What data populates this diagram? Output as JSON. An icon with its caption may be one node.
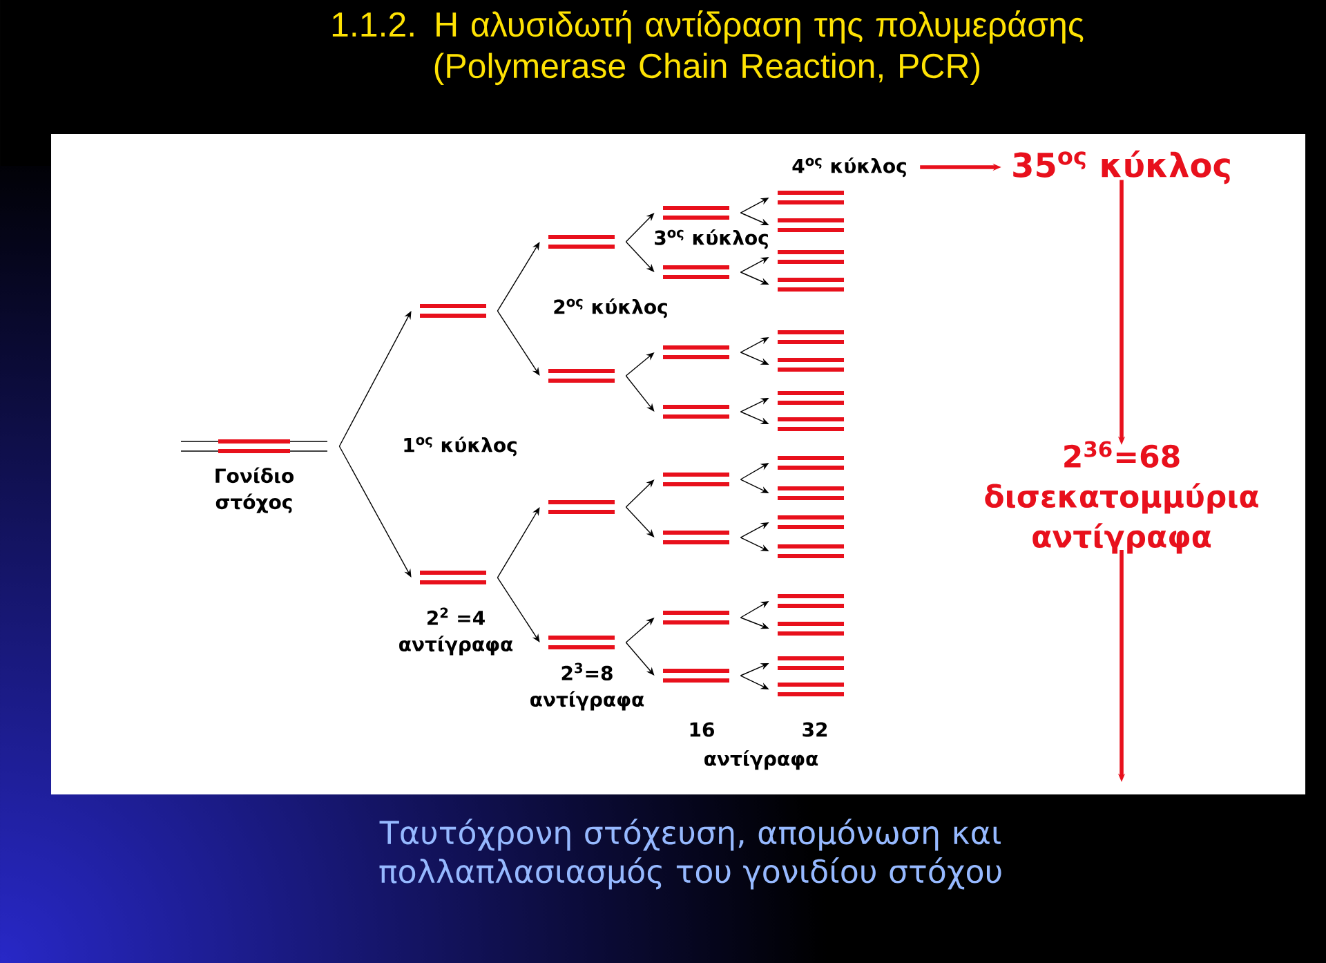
{
  "diagram": {
    "title": "1.1.2. Η αλυσιδωτή αντίδραση της πολυμεράσης (Polymerase Chain Reaction, PCR)",
    "caption": "Ταυτόχρονη στόχευση, απομόνωση και πολλαπλασιασμός του γονιδίου στόχου",
    "nodes": [
      {
        "text": [],
        "shape": "bar",
        "beside": [
          "Γονίδιο στόχος"
        ]
      },
      {
        "text": [],
        "shape": "bar"
      },
      {
        "text": [],
        "shape": "bar"
      },
      {
        "text": [],
        "shape": "bar"
      },
      {
        "text": [],
        "shape": "bar"
      },
      {
        "text": [],
        "shape": "bar"
      },
      {
        "text": [],
        "shape": "bar"
      },
      {
        "text": [],
        "shape": "bar"
      },
      {
        "text": [],
        "shape": "bar"
      },
      {
        "text": [],
        "shape": "bar"
      },
      {
        "text": [],
        "shape": "bar"
      },
      {
        "text": [],
        "shape": "bar"
      },
      {
        "text": [],
        "shape": "bar"
      },
      {
        "text": [],
        "shape": "bar"
      },
      {
        "text": [],
        "shape": "bar"
      },
      {
        "text": [],
        "shape": "bar"
      },
      {
        "text": [],
        "shape": "bar"
      },
      {
        "text": [],
        "shape": "bar"
      },
      {
        "text": [],
        "shape": "bar"
      },
      {
        "text": [],
        "shape": "bar"
      },
      {
        "text": [],
        "shape": "bar"
      },
      {
        "text": [],
        "shape": "bar"
      },
      {
        "text": [],
        "shape": "bar"
      },
      {
        "text": [],
        "shape": "bar"
      },
      {
        "text": [],
        "shape": "bar"
      },
      {
        "text": [],
        "shape": "bar"
      },
      {
        "text": [],
        "shape": "bar"
      },
      {
        "text": [],
        "shape": "bar"
      },
      {
        "text": [],
        "shape": "bar"
      },
      {
        "text": [],
        "shape": "bar"
      },
      {
        "text": [],
        "shape": "bar"
      },
      {
        "text": [
          "4$^{ος}$ κύκλος"
        ]
      },
      {
        "text": [
          "35$^{ος}$ κύκλος"
        ]
      },
      {
        "text": [
          "2$^{36}$=68 δισεκατομμύρια αντίγραφα"
        ]
      }
    ],
    "edges": [
      {
        "from": 0,
        "to": 1,
        "arrow": "to"
      },
      {
        "from": 0,
        "to": 2,
        "arrow": "to"
      },
      {
        "from": 1,
        "to": 3,
        "arrow": "to"
      },
      {
        "from": 1,
        "to": 4,
        "arrow": "to"
      },
      {
        "from": 2,
        "to": 5,
        "arrow": "to"
      },
      {
        "from": 2,
        "to": 6,
        "arrow": "to"
      },
      {
        "from": 3,
        "to": 7,
        "arrow": "to"
      },
      {
        "from": 3,
        "to": 8,
        "arrow": "to"
      },
      {
        "from": 4,
        "to": 9,
        "arrow": "to"
      },
      {
        "from": 4,
        "to": 10,
        "arrow": "to"
      },
      {
        "from": 5,
        "to": 11,
        "arrow": "to"
      },
      {
        "from": 5,
        "to": 12,
        "arrow": "to"
      },
      {
        "from": 6,
        "to": 13,
        "arrow": "to"
      },
      {
        "from": 6,
        "to": 14,
        "arrow": "to"
      },
      {
        "from": 7,
        "to": 15,
        "arrow": "to"
      },
      {
        "from": 7,
        "to": 16,
        "arrow": "to"
      },
      {
        "from": 8,
        "to": 17,
        "arrow": "to"
      },
      {
        "from": 8,
        "to": 18,
        "arrow": "to"
      },
      {
        "from": 9,
        "to": 19,
        "arrow": "to"
      },
      {
        "from": 9,
        "to": 20,
        "arrow": "to"
      },
      {
        "from": 10,
        "to": 21,
        "arrow": "to"
      },
      {
        "from": 10,
        "to": 22,
        "arrow": "to"
      },
      {
        "from": 11,
        "to": 23,
        "arrow": "to"
      },
      {
        "from": 11,
        "to": 24,
        "arrow": "to"
      },
      {
        "from": 12,
        "to": 25,
        "arrow": "to"
      },
      {
        "from": 12,
        "to": 26,
        "arrow": "to"
      },
      {
        "from": 13,
        "to": 27,
        "arrow": "to"
      },
      {
        "from": 13,
        "to": 28,
        "arrow": "to"
      },
      {
        "from": 14,
        "to": 29,
        "arrow": "to"
      },
      {
        "from": 14,
        "to": 30,
        "arrow": "to"
      },
      {
        "from": 31,
        "to": 32,
        "arrow": "to",
        "style": "thick",
        "color": "#e8101c"
      },
      {
        "from": 32,
        "to": 33,
        "arrow": "to",
        "style": "thick",
        "color": "#e8101c"
      },
      {
        "from": 33,
        "to": null,
        "arrow": "to",
        "style": "thick",
        "color": "#e8101c"
      }
    ],
    "labels": [
      "3$^{ος}$ κύκλος",
      "2$^{ος}$ κύκλος",
      "1$^{ος}$ κύκλος",
      "2$^{2}$ =4 αντίγραφα",
      "2$^{3}$=8 αντίγραφα",
      "16",
      "32",
      "αντίγραφα"
    ]
  }
}
